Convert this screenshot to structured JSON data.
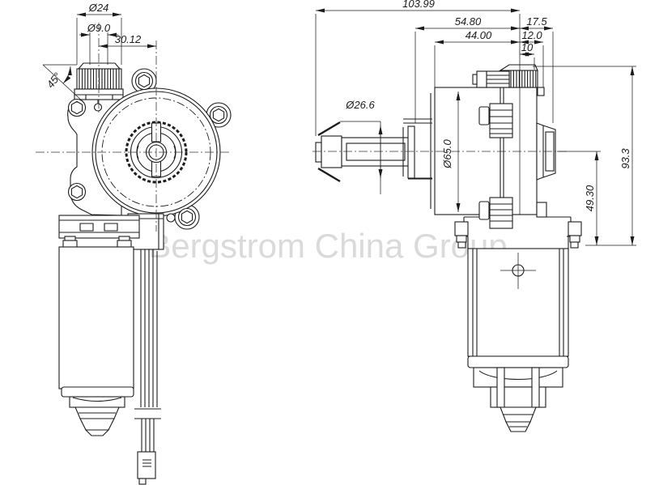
{
  "drawing": {
    "watermark": "Bergstrom China Group",
    "colors": {
      "line": "#1c1c1c",
      "watermark": "#dadada"
    },
    "front_view": {
      "dim_knurl_diameter": "Ø24",
      "dim_shaft_diameter": "Ø9.0",
      "dim_center_offset": "30.12",
      "dim_chamfer_angle": "45°"
    },
    "side_view": {
      "dim_overall_length": "103.99",
      "dim_gearbox_length": "54.80",
      "dim_housing_length": "44.00",
      "dim_worm_depth_175": "17.5",
      "dim_worm_depth_12": "12.0",
      "dim_worm_depth_10": "10",
      "dim_output_shaft_diameter": "Ø26.6",
      "dim_gear_housing_diameter": "Ø65.0",
      "dim_overall_height": "93.3",
      "dim_center_height": "49.30"
    }
  }
}
